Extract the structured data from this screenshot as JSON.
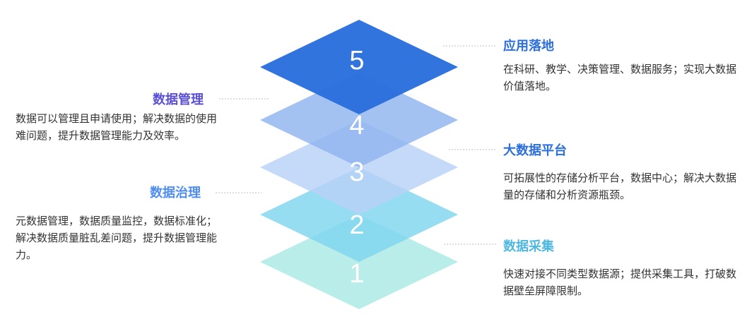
{
  "layers": [
    {
      "number": "1",
      "color": "#a9e9e4"
    },
    {
      "number": "2",
      "color": "#7fd6ef"
    },
    {
      "number": "3",
      "color": "#b8d1f7"
    },
    {
      "number": "4",
      "color": "#8fb5ef"
    },
    {
      "number": "5",
      "color": "#2b6fdc"
    }
  ],
  "labels": {
    "application": {
      "title": "应用落地",
      "desc": "在科研、教学、决策管理、数据服务；实现大数据价值落地。",
      "color": "#2b6fdc"
    },
    "management": {
      "title": "数据管理",
      "desc": "数据可以管理且申请使用；解决数据的使用难问题，提升数据管理能力及效率。",
      "color": "#5b4fd6"
    },
    "platform": {
      "title": "大数据平台",
      "desc": "可拓展性的存储分析平台，数据中心；解决大数据量的存储和分析资源瓶颈。",
      "color": "#2b6fdc"
    },
    "governance": {
      "title": "数据治理",
      "desc": "元数据管理，数据质量监控，数据标准化；解决数据质量脏乱差问题，提升数据管理能力。",
      "color": "#4f8ef0"
    },
    "collection": {
      "title": "数据采集",
      "desc": "快速对接不同类型数据源；提供采集工具，打破数据壁垒屏障限制。",
      "color": "#4fb8e0"
    }
  }
}
